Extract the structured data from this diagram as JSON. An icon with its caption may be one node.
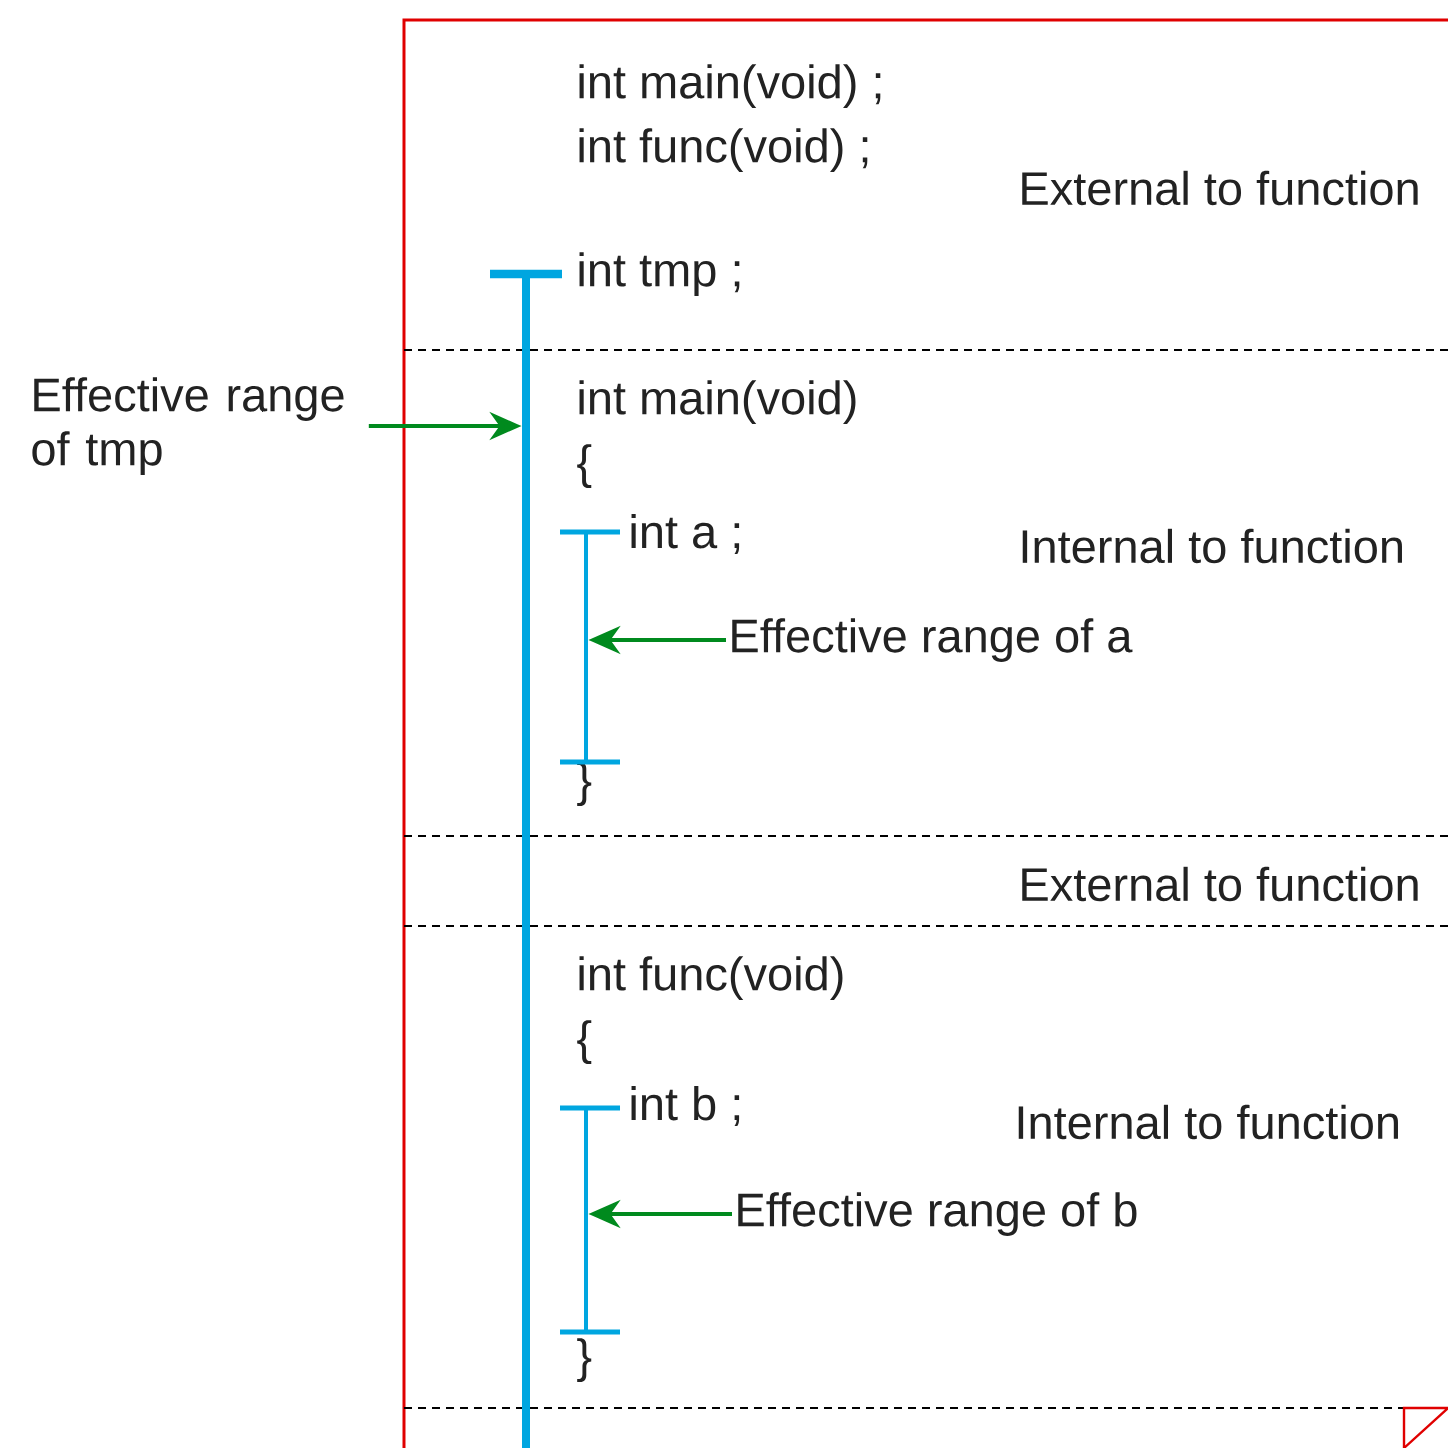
{
  "diagram": {
    "nodes": [
      {
        "text": [
          "Effective range of tmp"
        ]
      },
      {
        "text": [],
        "shape": "bar"
      },
      {
        "text": [
          "Effective range of a"
        ]
      },
      {
        "text": [],
        "shape": "bar"
      },
      {
        "text": [
          "Effective range of b"
        ]
      },
      {
        "text": [],
        "shape": "bar"
      }
    ],
    "edges": [
      {
        "from": 0,
        "to": 1,
        "arrow": "to"
      },
      {
        "from": 2,
        "to": 3,
        "arrow": "to"
      },
      {
        "from": 4,
        "to": 5,
        "arrow": "to"
      }
    ],
    "labels": [
      "int  main(void) ;",
      "int  func(void) ;",
      "External to function",
      "int  tmp ;",
      "int  main(void)",
      "{",
      "int  a ;",
      "Internal to function",
      "}",
      "External to function",
      "int  func(void)",
      "{",
      "int  b ;",
      "Internal to function",
      "}"
    ]
  }
}
